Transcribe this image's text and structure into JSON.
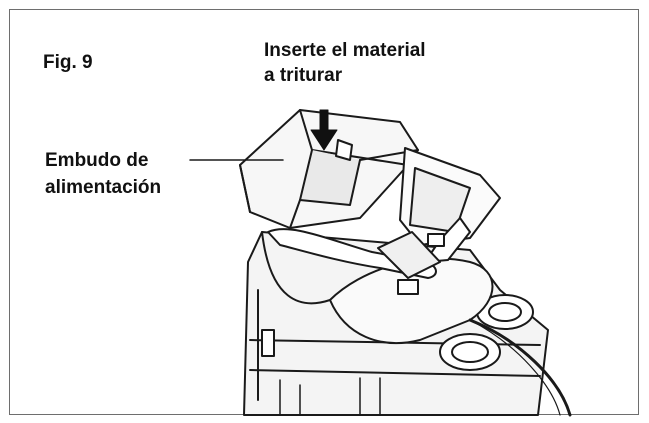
{
  "figure": {
    "label": "Fig. 9",
    "callout_insert": [
      "Inserte el material",
      "a triturar"
    ],
    "callout_funnel": [
      "Embudo de",
      "alimentación"
    ]
  },
  "colors": {
    "line": "#1a1a1a",
    "shade": "#e9e9e9",
    "frame": "#6e6e6e"
  },
  "icons": [
    "down-arrow-icon"
  ]
}
